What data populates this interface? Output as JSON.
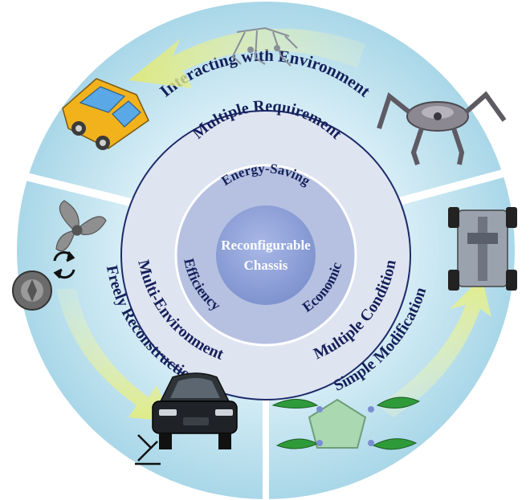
{
  "center": {
    "line1": "Reconfigurable",
    "line2": "Chassis"
  },
  "inner_ring": {
    "top": "Energy-Saving",
    "left": "Efficiency",
    "right": "Economic"
  },
  "middle_ring": {
    "top": "Multiple Requirement",
    "left": "Multi-Environment",
    "right": "Multiple Condition"
  },
  "outer_ring": {
    "top": "Interacting with Environment",
    "left": "Freely Reconstruction",
    "right": "Simple Modification"
  },
  "colors": {
    "outer_fill": "#bfe3ef",
    "outer_edge": "#8ccbe0",
    "middle_fill": "#dfe4f1",
    "inner_fill": "#b3bfe0",
    "core_fill": "#8ea2d8",
    "text": "#15205a",
    "arrow": "#e5ef8a"
  }
}
